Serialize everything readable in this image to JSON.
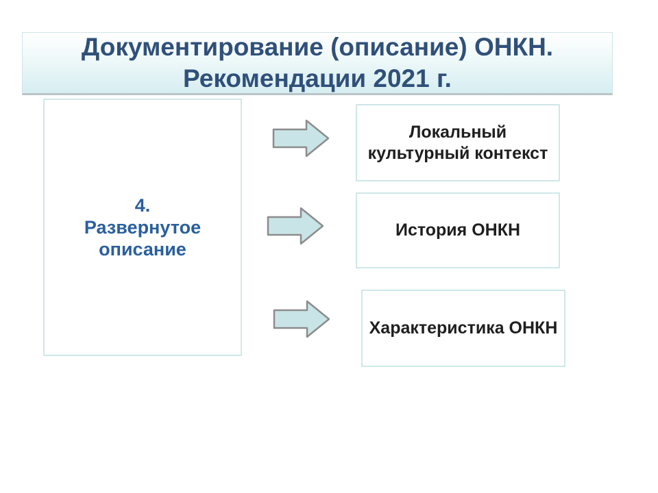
{
  "title": {
    "line1": "Документирование (описание) ОНКН.",
    "line2": "Рекомендации 2021 г."
  },
  "main_box": {
    "line1": "4.",
    "line2": "Развернутое",
    "line3": "описание"
  },
  "items": [
    {
      "label": "Локальный культурный контекст"
    },
    {
      "label": "История ОНКН"
    },
    {
      "label": "Характеристика ОНКН"
    }
  ],
  "colors": {
    "title_text": "#30507a",
    "main_text": "#2a5f9e",
    "arrow_fill": "#c8e4e6",
    "arrow_stroke": "#8c8c8c",
    "box_border": "#cfe7e9"
  }
}
